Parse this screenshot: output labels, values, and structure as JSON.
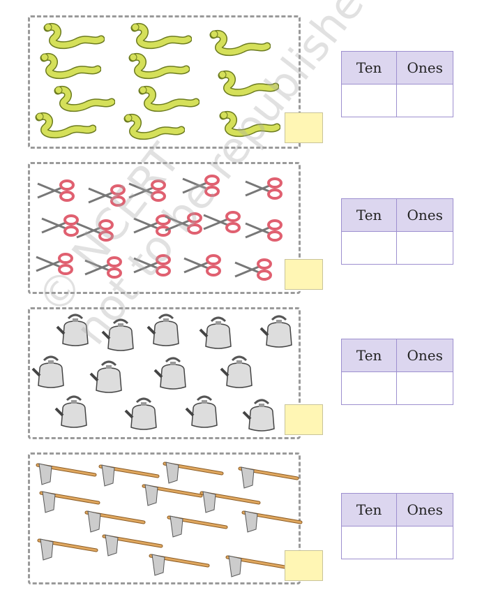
{
  "sections": [
    {
      "objects": "snakes",
      "table": {
        "ten_label": "Ten",
        "ones_label": "Ones",
        "ten_value": "",
        "ones_value": ""
      },
      "answer": ""
    },
    {
      "objects": "scissors",
      "table": {
        "ten_label": "Ten",
        "ones_label": "Ones",
        "ten_value": "",
        "ones_value": ""
      },
      "answer": ""
    },
    {
      "objects": "kettles",
      "table": {
        "ten_label": "Ten",
        "ones_label": "Ones",
        "ten_value": "",
        "ones_value": ""
      },
      "answer": ""
    },
    {
      "objects": "axes",
      "table": {
        "ten_label": "Ten",
        "ones_label": "Ones",
        "ten_value": "",
        "ones_value": ""
      },
      "answer": ""
    }
  ],
  "watermark": {
    "line1": "© NCERT",
    "line2": "not to be republished"
  },
  "colors": {
    "table_header": "#dcd6ef",
    "table_border": "#9d8fcf",
    "answer_box": "#fff6b4"
  }
}
